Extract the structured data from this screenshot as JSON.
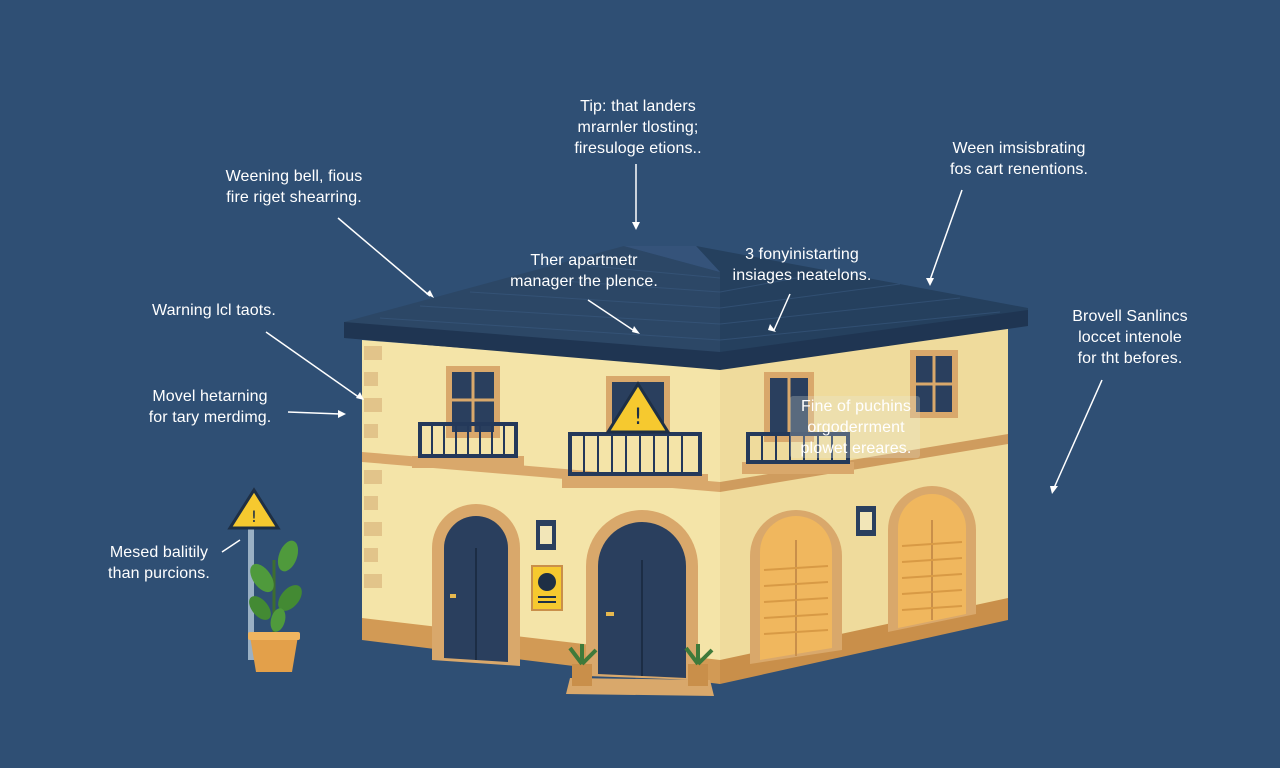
{
  "colors": {
    "background": "#2f4f74",
    "wall": "#f4e4a8",
    "wall_shade": "#e9d394",
    "trim": "#d9a86b",
    "roof": "#2c4766",
    "door": "#2a3f5e",
    "shutter": "#f0b75e",
    "warning_sign": "#f6c92f",
    "annotation_text": "#ffffff"
  },
  "annotations": {
    "top_center": {
      "line1": "Tip: that landers",
      "line2": "mrarnler tlosting;",
      "line3": "firesuloge etions.."
    },
    "top_left": {
      "line1": "Weening bell, fious",
      "line2": "fire riget shearring."
    },
    "top_right": {
      "line1": "Ween imsisbrating",
      "line2": "fos cart renentions."
    },
    "roof_left": {
      "line1": "Ther apartmetr",
      "line2": "manager the plence."
    },
    "roof_right": {
      "line1": "3 fonyinistarting",
      "line2": "insiages neatelons."
    },
    "left_upper": {
      "line1": "Warning lcl taots."
    },
    "left_middle": {
      "line1": "Movel hetarning",
      "line2": "for tary merdimg."
    },
    "right_middle": {
      "line1": "Brovell Sanlincs",
      "line2": "loccet intenole",
      "line3": "for tht befores."
    },
    "window_overlay": {
      "line1": "Fine of puchins",
      "line2": "orgoderrment",
      "line3": "plowet ereares."
    },
    "bottom_left": {
      "line1": "Mesed balitily",
      "line2": "than purcions."
    }
  },
  "icons": {
    "sign_pole": "warning-sign-icon",
    "sign_window": "warning-sign-icon",
    "sign_door": "hazard-placard-icon",
    "lamp_left": "wall-lamp-icon",
    "lamp_right": "wall-lamp-icon",
    "plant": "potted-plant-icon"
  }
}
